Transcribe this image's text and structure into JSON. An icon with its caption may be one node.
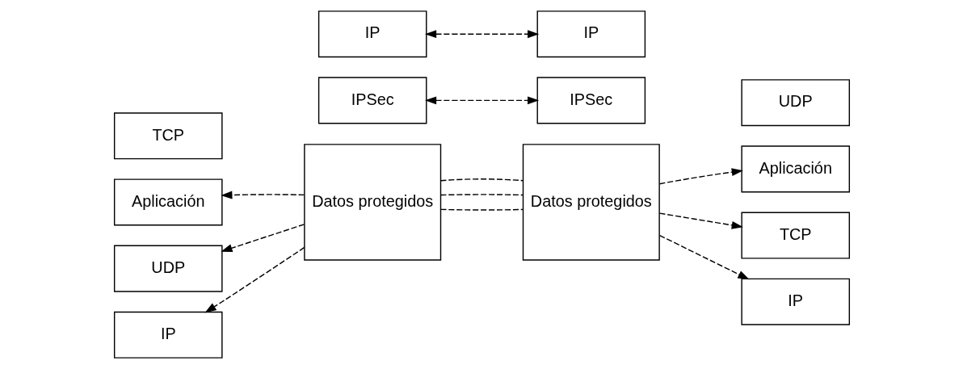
{
  "diagram": {
    "nodes": [
      {
        "text": [
          "Aplicación"
        ]
      },
      {
        "text": [
          "TCP"
        ]
      },
      {
        "text": [
          "UDP"
        ]
      },
      {
        "text": [
          "IP"
        ]
      },
      {
        "text": [
          "Datos protegidos"
        ]
      },
      {
        "text": [
          "Datos protegidos"
        ]
      },
      {
        "text": [
          "Aplicación"
        ]
      },
      {
        "text": [
          "TCP"
        ]
      },
      {
        "text": [
          "UDP"
        ]
      },
      {
        "text": [
          "IP"
        ]
      },
      {
        "text": [
          "IPSec"
        ]
      },
      {
        "text": [
          "IP"
        ]
      },
      {
        "text": [
          "IPSec"
        ]
      },
      {
        "text": [
          "IP"
        ]
      }
    ],
    "edges": [
      {
        "from": 4,
        "to": 0,
        "arrow": "to",
        "style": "dashed"
      },
      {
        "from": 4,
        "to": 2,
        "arrow": "to",
        "style": "dashed"
      },
      {
        "from": 4,
        "to": 3,
        "arrow": "to",
        "style": "dashed"
      },
      {
        "from": 4,
        "to": 5,
        "arrow": "none",
        "style": "dashed"
      },
      {
        "from": 4,
        "to": 5,
        "arrow": "none",
        "style": "dashed"
      },
      {
        "from": 4,
        "to": 5,
        "arrow": "none",
        "style": "dashed"
      },
      {
        "from": 5,
        "to": 6,
        "arrow": "to",
        "style": "dashed"
      },
      {
        "from": 5,
        "to": 7,
        "arrow": "to",
        "style": "dashed"
      },
      {
        "from": 5,
        "to": 9,
        "arrow": "to",
        "style": "dashed"
      },
      {
        "from": 10,
        "to": 12,
        "arrow": "both",
        "style": "dashed"
      },
      {
        "from": 11,
        "to": 13,
        "arrow": "both",
        "style": "dashed"
      }
    ]
  }
}
